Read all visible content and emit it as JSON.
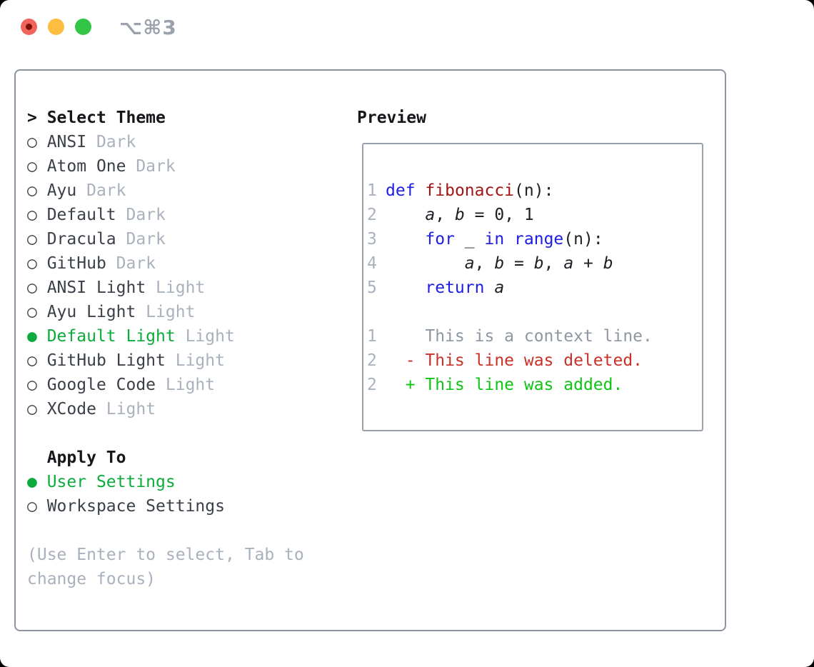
{
  "window": {
    "title": "⌥⌘3",
    "controls": [
      {
        "name": "close"
      },
      {
        "name": "minimize"
      },
      {
        "name": "zoom"
      }
    ]
  },
  "colors": {
    "selection_green": "#0cab3c",
    "added_green": "#10c414",
    "deleted_red": "#c93128",
    "keyword_blue": "#1d1de8",
    "function_dark_red": "#a31515",
    "muted_gray": "#a9b1bd",
    "text_dark": "#3a3f48",
    "border_gray": "#8b93a1"
  },
  "theme_panel": {
    "rows": [
      {
        "type": "header",
        "marker": ">",
        "label": "Select Theme"
      },
      {
        "type": "item",
        "marker": "○",
        "label": "ANSI",
        "variant": "Dark",
        "selected": false
      },
      {
        "type": "item",
        "marker": "○",
        "label": "Atom One",
        "variant": "Dark",
        "selected": false
      },
      {
        "type": "item",
        "marker": "○",
        "label": "Ayu",
        "variant": "Dark",
        "selected": false
      },
      {
        "type": "item",
        "marker": "○",
        "label": "Default",
        "variant": "Dark",
        "selected": false
      },
      {
        "type": "item",
        "marker": "○",
        "label": "Dracula",
        "variant": "Dark",
        "selected": false
      },
      {
        "type": "item",
        "marker": "○",
        "label": "GitHub",
        "variant": "Dark",
        "selected": false
      },
      {
        "type": "item",
        "marker": "○",
        "label": "ANSI Light",
        "variant": "Light",
        "selected": false
      },
      {
        "type": "item",
        "marker": "○",
        "label": "Ayu Light",
        "variant": "Light",
        "selected": false
      },
      {
        "type": "item",
        "marker": "●",
        "label": "Default Light",
        "variant": "Light",
        "selected": true
      },
      {
        "type": "item",
        "marker": "○",
        "label": "GitHub Light",
        "variant": "Light",
        "selected": false
      },
      {
        "type": "item",
        "marker": "○",
        "label": "Google Code",
        "variant": "Light",
        "selected": false
      },
      {
        "type": "item",
        "marker": "○",
        "label": "XCode",
        "variant": "Light",
        "selected": false
      },
      {
        "type": "blank"
      },
      {
        "type": "subheader",
        "label": "Apply To"
      },
      {
        "type": "item",
        "marker": "●",
        "label": "User Settings",
        "variant": "",
        "selected": true
      },
      {
        "type": "item",
        "marker": "○",
        "label": "Workspace Settings",
        "variant": "",
        "selected": false
      },
      {
        "type": "blank"
      },
      {
        "type": "hint",
        "label": "(Use Enter to select, Tab to"
      },
      {
        "type": "hint",
        "label": "change focus)"
      }
    ]
  },
  "preview": {
    "title": "Preview",
    "lines": [
      {
        "num": "1",
        "tokens": [
          [
            "kw",
            "def"
          ],
          [
            "fg",
            " "
          ],
          [
            "fn",
            "fibonacci"
          ],
          [
            "fg",
            "(n):"
          ]
        ]
      },
      {
        "num": "2",
        "tokens": [
          [
            "fg",
            "    "
          ],
          [
            "var",
            "a"
          ],
          [
            "fg",
            ", "
          ],
          [
            "var",
            "b"
          ],
          [
            "fg",
            " = 0, 1"
          ]
        ]
      },
      {
        "num": "3",
        "tokens": [
          [
            "fg",
            "    "
          ],
          [
            "kw",
            "for"
          ],
          [
            "fg",
            " _ "
          ],
          [
            "kw",
            "in"
          ],
          [
            "fg",
            " "
          ],
          [
            "kw",
            "range"
          ],
          [
            "fg",
            "(n):"
          ]
        ]
      },
      {
        "num": "4",
        "tokens": [
          [
            "fg",
            "        "
          ],
          [
            "var",
            "a"
          ],
          [
            "fg",
            ", "
          ],
          [
            "var",
            "b"
          ],
          [
            "fg",
            " = "
          ],
          [
            "var",
            "b"
          ],
          [
            "fg",
            ", "
          ],
          [
            "var",
            "a"
          ],
          [
            "fg",
            " + "
          ],
          [
            "var",
            "b"
          ]
        ]
      },
      {
        "num": "5",
        "tokens": [
          [
            "fg",
            "    "
          ],
          [
            "kw",
            "return"
          ],
          [
            "fg",
            " "
          ],
          [
            "var",
            "a"
          ]
        ]
      },
      {
        "num": "",
        "tokens": []
      },
      {
        "num": "1",
        "tokens": [
          [
            "ctx",
            "    This is a context line."
          ]
        ]
      },
      {
        "num": "2",
        "tokens": [
          [
            "del",
            "  - This line was deleted."
          ]
        ]
      },
      {
        "num": "2",
        "tokens": [
          [
            "add",
            "  + This line was added."
          ]
        ]
      }
    ]
  }
}
